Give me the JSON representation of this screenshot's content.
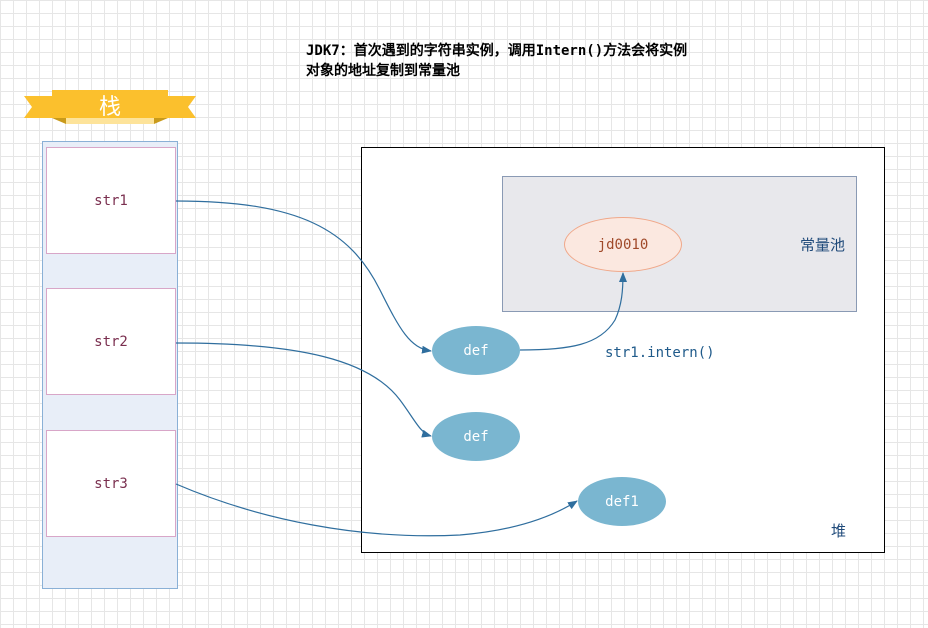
{
  "title": {
    "line1": "JDK7：首次遇到的字符串实例，调用Intern()方法会将实例",
    "line2": "对象的地址复制到常量池"
  },
  "stack": {
    "banner_label": "栈",
    "banner_color": "#fbc02d",
    "cells": [
      "str1",
      "str2",
      "str3"
    ]
  },
  "heap": {
    "label": "堆",
    "constant_pool": {
      "label": "常量池",
      "entry": "jd0010"
    },
    "objects": [
      "def",
      "def",
      "def1"
    ]
  },
  "intern_call_label": "str1.intern()",
  "colors": {
    "arrow": "#2f6e9e",
    "heap_object": "#7ab6d0",
    "pool_entry_fill": "#fbe8e0",
    "pool_entry_border": "#f0a88a"
  }
}
